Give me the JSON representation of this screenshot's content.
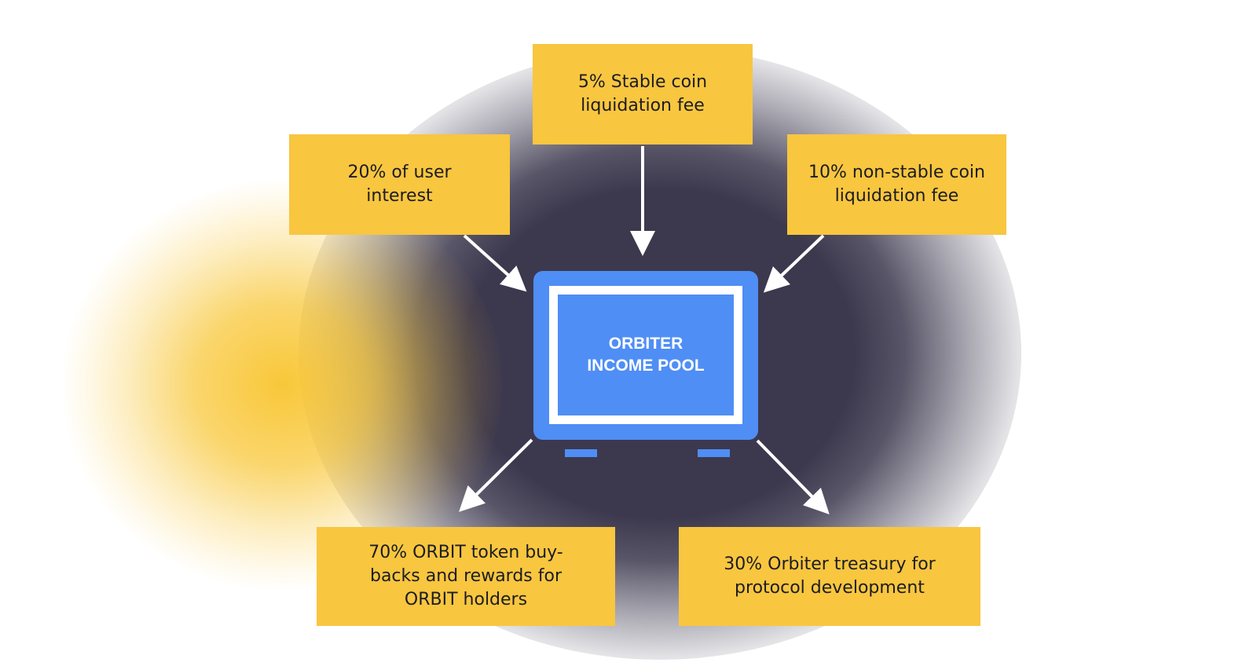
{
  "diagram": {
    "sources": {
      "top": "5% Stable coin\nliquidation fee",
      "left": "20% of user\ninterest",
      "right": "10% non-stable coin\nliquidation fee"
    },
    "center": {
      "label": "ORBITER\nINCOME POOL"
    },
    "outputs": {
      "bottom_left": "70% ORBIT token  buy-\nbacks and rewards for\nORBIT holders",
      "bottom_right": "30% Orbiter treasury for\nprotocol development"
    }
  },
  "colors": {
    "box_fill": "#f8c63f",
    "monitor_blue": "#4f8ef5",
    "glow_dark": "#3c384e",
    "glow_yellow": "#f8c42e",
    "arrow": "#ffffff"
  }
}
